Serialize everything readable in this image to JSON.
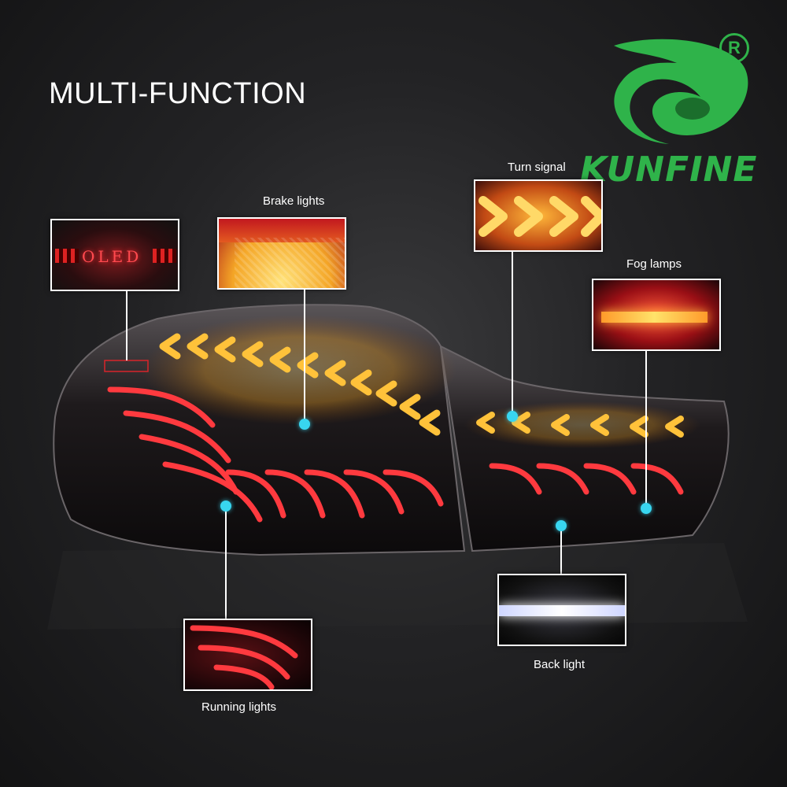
{
  "heading": "MULTI-FUNCTION",
  "brand": {
    "name": "KUNFINE",
    "registered_mark": "R",
    "color": "#2fb34a"
  },
  "callouts": {
    "oled": {
      "badge_text": "OLED"
    },
    "brake": {
      "label": "Brake lights"
    },
    "turn": {
      "label": "Turn signal"
    },
    "fog": {
      "label": "Fog lamps"
    },
    "running": {
      "label": "Running lights"
    },
    "back": {
      "label": "Back light"
    }
  },
  "colors": {
    "marker": "#38d6f0",
    "amber": "#ffc23a",
    "red": "#e8202a"
  }
}
